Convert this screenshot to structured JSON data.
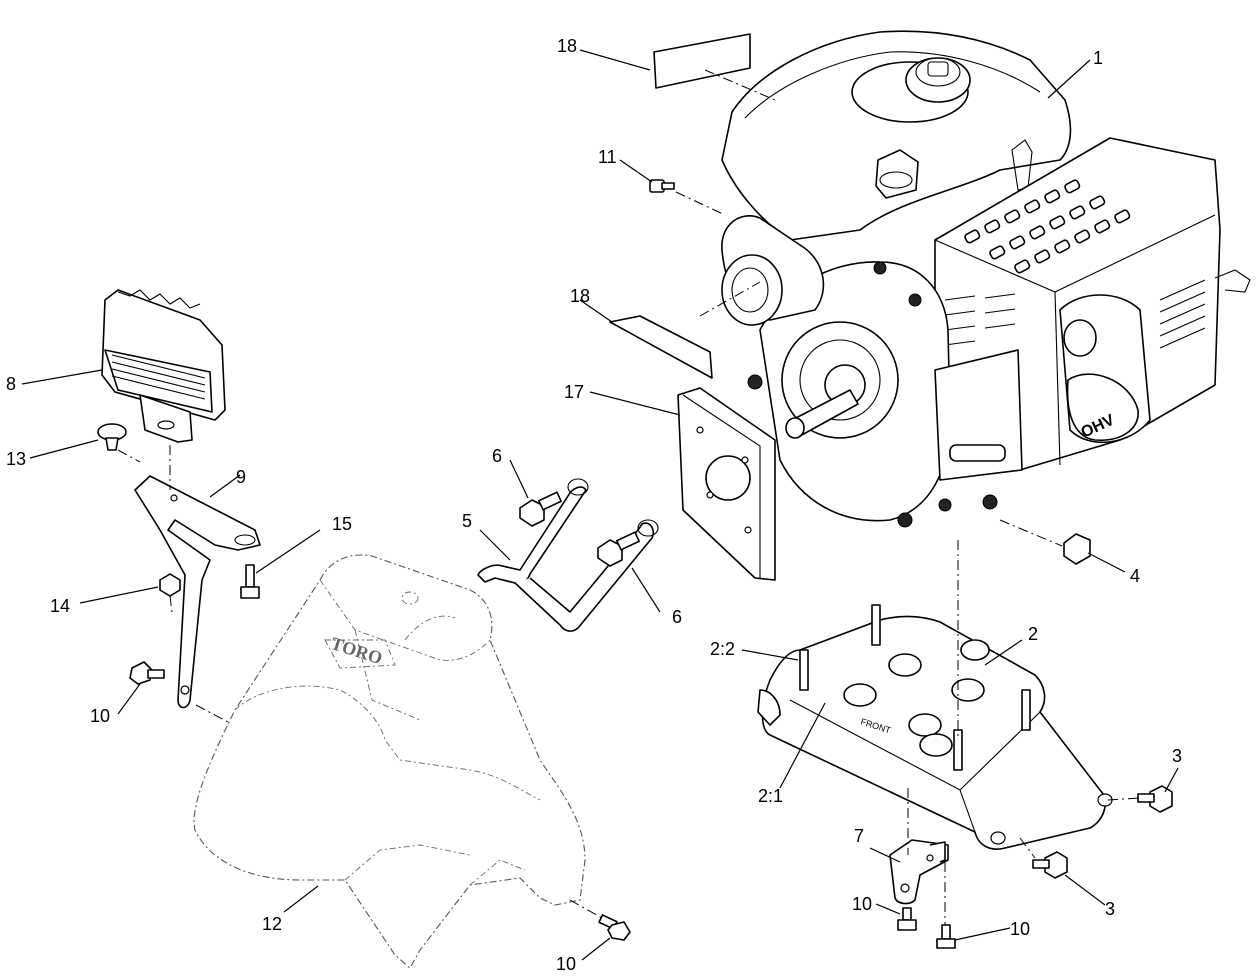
{
  "callouts": {
    "c1": "1",
    "c2": "2",
    "c2_1": "2:1",
    "c2_2": "2:2",
    "c3a": "3",
    "c3b": "3",
    "c4": "4",
    "c5": "5",
    "c6a": "6",
    "c6b": "6",
    "c7": "7",
    "c8": "8",
    "c9": "9",
    "c10a": "10",
    "c10b": "10",
    "c10c": "10",
    "c10d": "10",
    "c11": "11",
    "c12": "12",
    "c13": "13",
    "c14": "14",
    "c15": "15",
    "c17": "17",
    "c18a": "18",
    "c18b": "18"
  },
  "markings": {
    "shroud_logo": "TORO",
    "engine_badge": "OHV",
    "base_text": "FRONT"
  }
}
